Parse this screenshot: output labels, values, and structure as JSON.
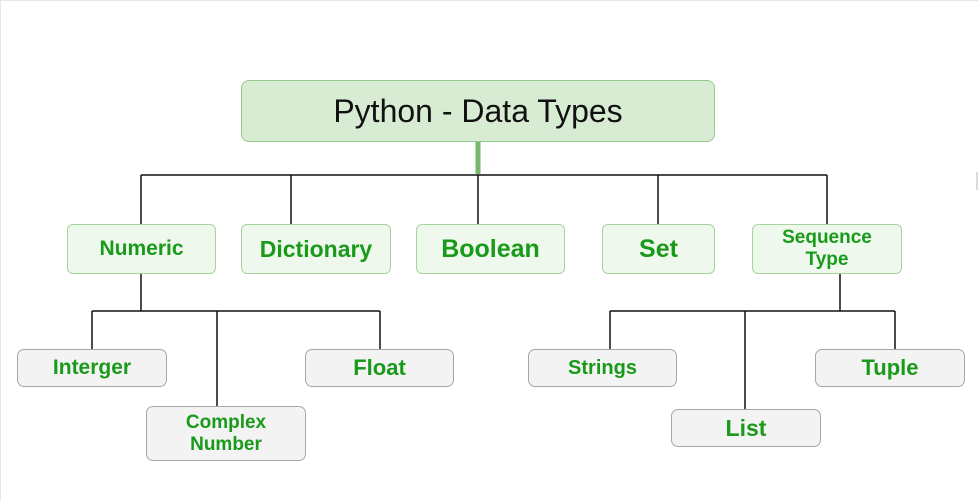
{
  "diagram": {
    "root": {
      "label": "Python - Data Types"
    },
    "categories": {
      "numeric": {
        "label": "Numeric"
      },
      "dictionary": {
        "label": "Dictionary"
      },
      "boolean": {
        "label": "Boolean"
      },
      "set": {
        "label": "Set"
      },
      "sequence_type": {
        "label_line1": "Sequence",
        "label_line2": "Type"
      }
    },
    "numeric_children": {
      "integer": {
        "label": "Interger"
      },
      "complex_number": {
        "label_line1": "Complex",
        "label_line2": "Number"
      },
      "float": {
        "label": "Float"
      }
    },
    "sequence_children": {
      "strings": {
        "label": "Strings"
      },
      "list": {
        "label": "List"
      },
      "tuple": {
        "label": "Tuple"
      }
    },
    "colors": {
      "root_fill": "#d8ecd4",
      "root_border": "#93c98b",
      "category_fill": "#eef8ec",
      "category_border": "#a5d59c",
      "leaf_fill": "#f3f3f3",
      "leaf_border": "#a7a7a7",
      "label_green": "#1a9a1a",
      "root_stem": "#7ab870",
      "connector": "#111111"
    }
  }
}
